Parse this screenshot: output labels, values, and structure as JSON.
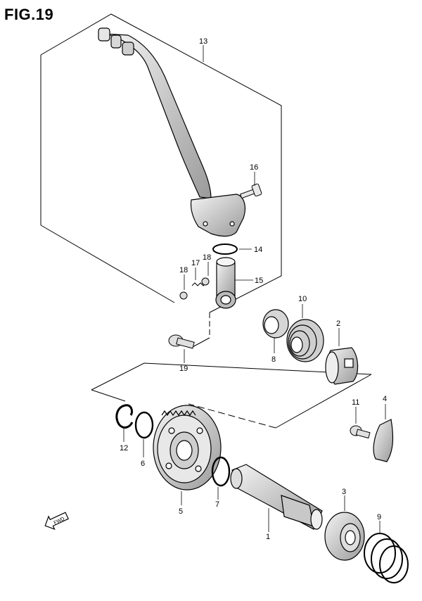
{
  "figure": {
    "title": "FIG.19",
    "callouts": {
      "c1": "1",
      "c2": "2",
      "c3": "3",
      "c4": "4",
      "c5": "5",
      "c6": "6",
      "c7": "7",
      "c8": "8",
      "c9": "9",
      "c10": "10",
      "c11": "11",
      "c12": "12",
      "c13": "13",
      "c14": "14",
      "c15": "15",
      "c16": "16",
      "c17": "17",
      "c18a": "18",
      "c18b": "18",
      "c19": "19"
    },
    "direction_marker": "FWD"
  }
}
